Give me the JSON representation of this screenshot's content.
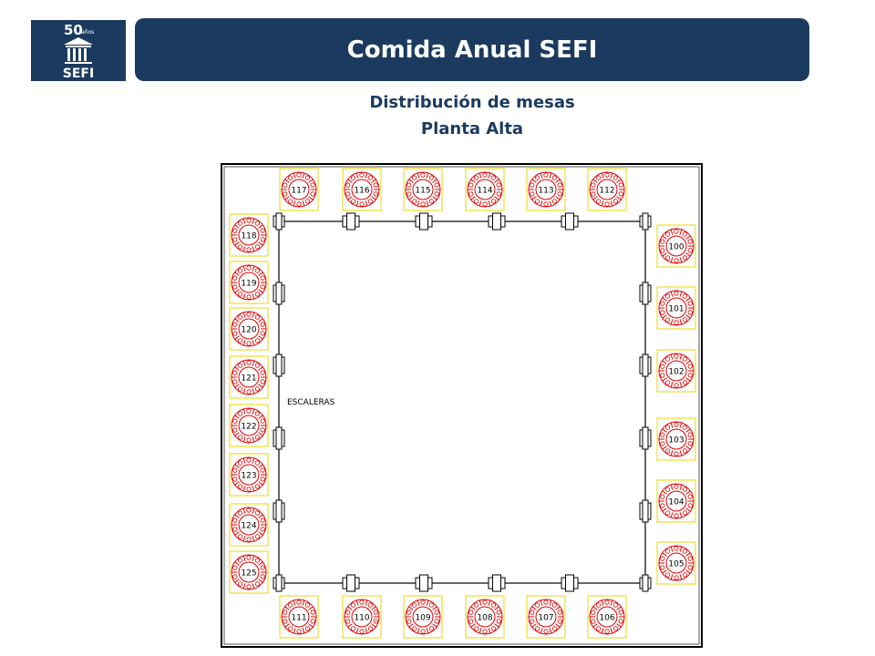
{
  "header": {
    "title": "Comida Anual SEFI",
    "logo_text": "SEFI",
    "logo_badge": "50",
    "logo_badge_suffix": "años"
  },
  "subtitle": {
    "line1": "Distribución de mesas",
    "line2": "Planta Alta"
  },
  "floor_plan": {
    "stairs_label": "ESCALERAS",
    "tables_top": [
      "117",
      "116",
      "115",
      "114",
      "113",
      "112"
    ],
    "tables_left": [
      "118",
      "119",
      "120",
      "121",
      "122",
      "123",
      "124",
      "125"
    ],
    "tables_right": [
      "100",
      "101",
      "102",
      "103",
      "104",
      "105"
    ],
    "tables_bottom": [
      "111",
      "110",
      "109",
      "108",
      "107",
      "106"
    ]
  },
  "colors": {
    "brand": "#1b3a5f",
    "table_red": "#e00000",
    "table_box": "#e8d800",
    "wall": "#000000"
  }
}
